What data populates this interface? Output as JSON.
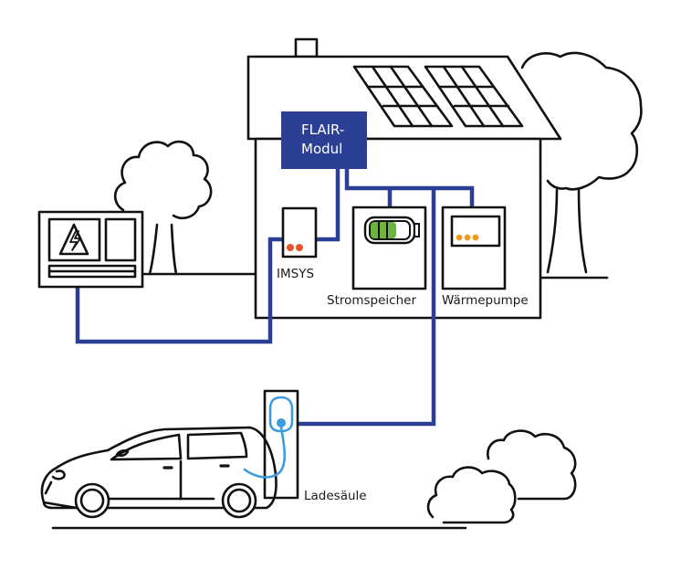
{
  "diagram": {
    "title": "FLAIR-Modul Energiesystem",
    "colors": {
      "accent_blue": "#2b3f94",
      "cable_light_blue": "#3d9be0",
      "battery_green": "#6cb33f",
      "indicator_orange": "#f29a1f",
      "imsys_red": "#e8542b",
      "line_black": "#111111"
    },
    "flair_module": {
      "line1": "FLAIR-",
      "line2": "Modul"
    },
    "components": [
      {
        "id": "imsys",
        "label": "IMSYS",
        "icon": "smart-meter-icon"
      },
      {
        "id": "stromspeicher",
        "label": "Stromspeicher",
        "icon": "battery-icon"
      },
      {
        "id": "waermepumpe",
        "label": "Wärmepumpe",
        "icon": "heat-pump-icon"
      },
      {
        "id": "ladesaeule",
        "label": "Ladesäule",
        "icon": "charging-station-icon"
      }
    ],
    "other_elements": [
      {
        "id": "grid-connection",
        "icon": "high-voltage-icon"
      },
      {
        "id": "solar-panels",
        "icon": "solar-panel-icon",
        "count": 2
      },
      {
        "id": "electric-car",
        "icon": "car-icon"
      }
    ],
    "connections": [
      {
        "from": "flair_module",
        "to": "imsys"
      },
      {
        "from": "imsys",
        "to": "grid-connection"
      },
      {
        "from": "flair_module",
        "to": "stromspeicher"
      },
      {
        "from": "flair_module",
        "to": "waermepumpe"
      },
      {
        "from": "flair_module",
        "to": "ladesaeule"
      }
    ]
  }
}
